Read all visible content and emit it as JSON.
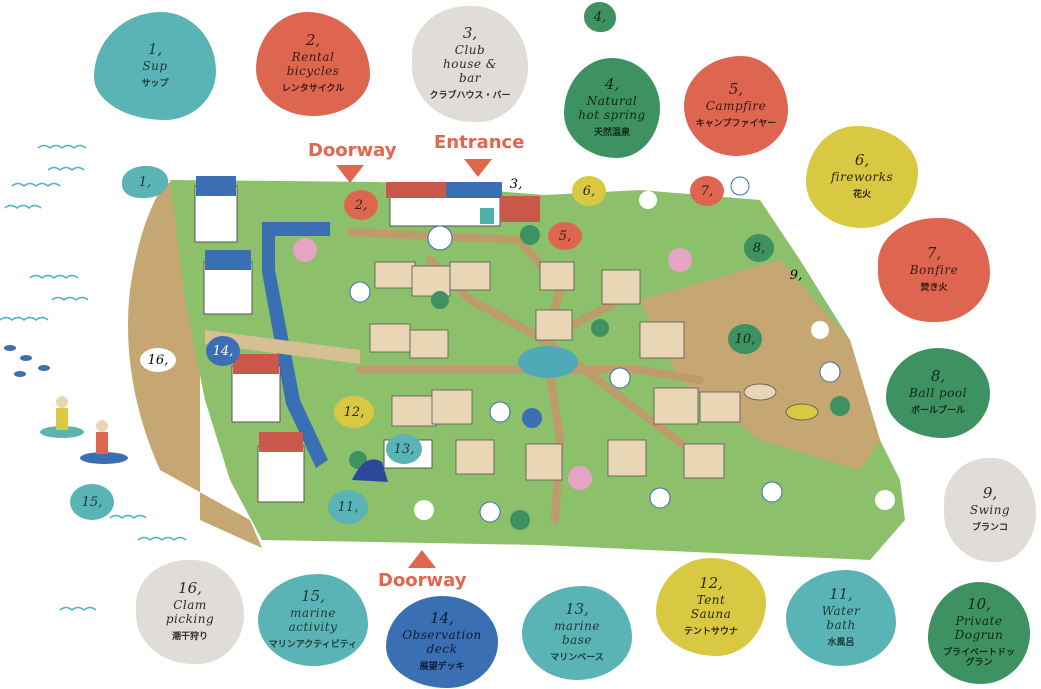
{
  "colors": {
    "teal": "#5ab3b4",
    "red": "#de6650",
    "grey": "#e0ddd8",
    "green": "#3e9160",
    "yellow": "#d9c842",
    "blue": "#3a6fb3",
    "grass": "#8cc06a",
    "sand": "#c6a672",
    "path": "#bf9a6a",
    "water": "#3a6fb3",
    "accent": "#e0664e"
  },
  "callouts": {
    "doorway_top": "Doorway",
    "entrance": "Entrance",
    "doorway_bottom": "Doorway"
  },
  "legend": {
    "sup": {
      "num": "1,",
      "script": "Sup",
      "jp": "サップ",
      "icon": "paddle-icon"
    },
    "rental_bicycles": {
      "num": "2,",
      "script": "Rental bicycles",
      "jp": "レンタサイクル",
      "icon": "bicycle-icon"
    },
    "club_house": {
      "num": "3,",
      "script": "Club house & bar",
      "jp": "クラブハウス・バー",
      "icon": "glass-icon"
    },
    "natural_hot_spring": {
      "num": "4,",
      "script": "Natural hot spring",
      "jp": "天然温泉",
      "icon": "hot-spring-icon"
    },
    "campfire": {
      "num": "5,",
      "script": "Campfire",
      "jp": "キャンプファイヤー",
      "icon": "campfire-icon"
    },
    "fireworks": {
      "num": "6,",
      "script": "fireworks",
      "jp": "花火",
      "icon": "firework-icon"
    },
    "bonfire": {
      "num": "7,",
      "script": "Bonfire",
      "jp": "焚き火",
      "icon": "bonfire-icon"
    },
    "ball_pool": {
      "num": "8,",
      "script": "Ball pool",
      "jp": "ボールプール",
      "icon": "balls-icon"
    },
    "swing": {
      "num": "9,",
      "script": "Swing",
      "jp": "ブランコ",
      "icon": "swing-icon"
    },
    "private_dog_run": {
      "num": "10,",
      "script": "Private Dogrun",
      "jp": "プライベートドッグラン",
      "icon": "dog-icon"
    },
    "water_bath": {
      "num": "11,",
      "script": "Water bath",
      "jp": "水風呂",
      "icon": "bath-icon"
    },
    "tent_sauna": {
      "num": "12,",
      "script": "Tent Sauna",
      "jp": "テントサウナ",
      "icon": "sauna-icon"
    },
    "marine_base": {
      "num": "13,",
      "script": "marine base",
      "jp": "マリンベース",
      "icon": "boat-icon"
    },
    "observation_deck": {
      "num": "14,",
      "script": "Observation deck",
      "jp": "展望デッキ",
      "icon": "deck-icon"
    },
    "marine_activity": {
      "num": "15,",
      "script": "marine activity",
      "jp": "マリンアクティビティ",
      "icon": "marine-icon"
    },
    "clam_picking": {
      "num": "16,",
      "script": "Clam picking",
      "jp": "潮干狩り",
      "icon": "rake-icon"
    }
  },
  "map_markers": {
    "m1": "1,",
    "m2": "2,",
    "m3": "3,",
    "m4": "4,",
    "m5": "5,",
    "m6": "6,",
    "m7": "7,",
    "m8": "8,",
    "m9": "9,",
    "m10": "10,",
    "m11": "11,",
    "m12": "12,",
    "m13": "13,",
    "m14": "14,",
    "m15": "15,",
    "m16": "16,"
  }
}
